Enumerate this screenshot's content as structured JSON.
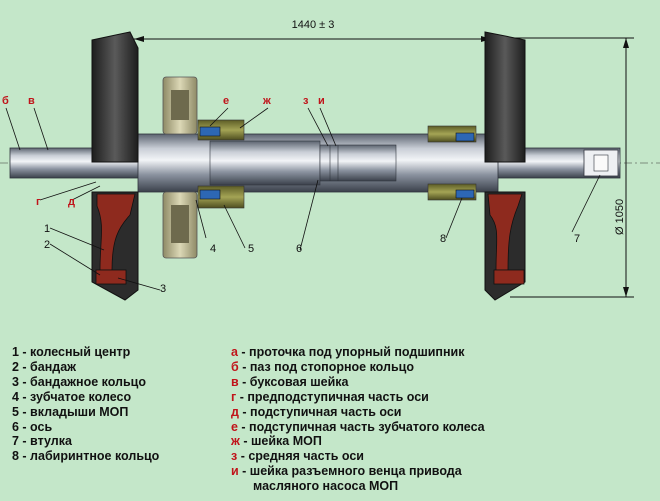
{
  "dimensions": {
    "track_width": "1440 ± 3",
    "wheel_diameter": "Ø 1050"
  },
  "callouts": {
    "left_red": [
      "б",
      "в",
      "г",
      "д"
    ],
    "left_black": [
      "1",
      "2",
      "3"
    ],
    "mid_red": [
      "е",
      "ж",
      "з",
      "и"
    ],
    "mid_black": [
      "4",
      "5",
      "6"
    ],
    "right_black": [
      "8",
      "7"
    ]
  },
  "legend_parts": [
    {
      "text": "1 - колесный центр"
    },
    {
      "text": "2 - бандаж"
    },
    {
      "text": "3 - бандажное кольцо"
    },
    {
      "text": "4 - зубчатое колесо"
    },
    {
      "text": "5 - вкладыши МОП"
    },
    {
      "text": "6 - ось"
    },
    {
      "text": "7 - втулка"
    },
    {
      "text": "8 - лабиринтное кольцо"
    }
  ],
  "legend_zones": [
    {
      "code": "а",
      "text": " - проточка под упорный подшипник"
    },
    {
      "code": "б",
      "text": " - паз под стопорное кольцо"
    },
    {
      "code": "в",
      "text": " - буксовая шейка"
    },
    {
      "code": "г",
      "text": " - предподступичная часть оси"
    },
    {
      "code": "д",
      "text": " - подступичная часть оси"
    },
    {
      "code": "е",
      "text": " - подступичная часть зубчатого колеса"
    },
    {
      "code": "ж",
      "text": " - шейка МОП"
    },
    {
      "code": "з",
      "text": " - средняя часть оси"
    },
    {
      "code": "и",
      "text": " - шейка разъемного венца привода"
    },
    {
      "code": "",
      "text": "масляного насоса МОП"
    }
  ],
  "colors": {
    "background": "#c4e7c9",
    "steel": "#7d8796",
    "tire": "#2c2c2c",
    "wheel_center": "#8e2a1e",
    "bushing": "#7a7a3a",
    "seal": "#2d67b4",
    "gear": "#b8b38e",
    "label_red": "#c0141a"
  }
}
